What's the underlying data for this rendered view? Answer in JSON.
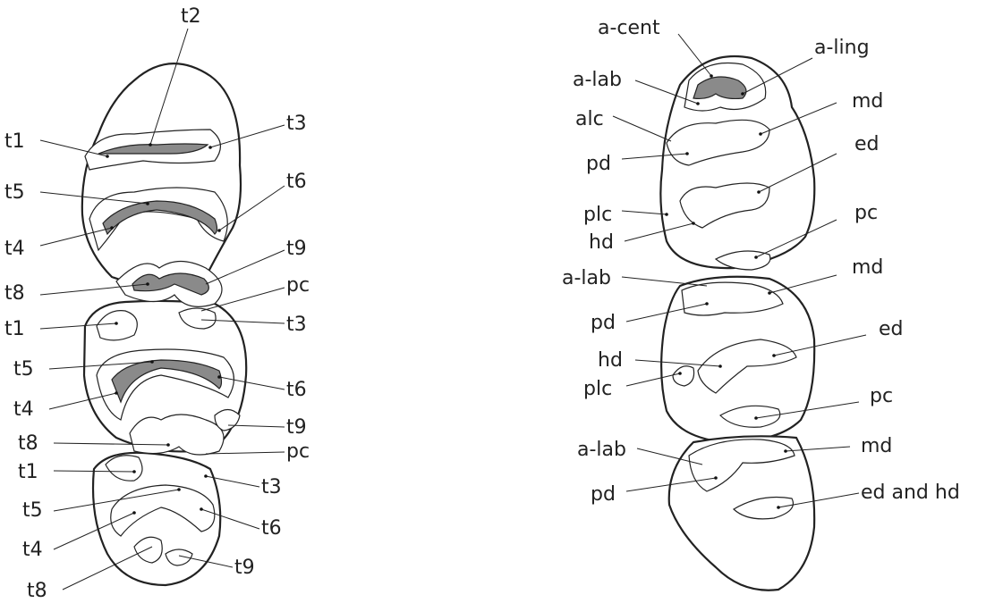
{
  "left_tooth_labels": [
    "t2",
    "t3",
    "t1",
    "t6",
    "t5",
    "t4",
    "t9",
    "t8",
    "pc",
    "t1",
    "t3",
    "t5",
    "t6",
    "t4",
    "t9",
    "t8",
    "pc",
    "t1",
    "t3",
    "t5",
    "t6",
    "t4",
    "t9",
    "t8"
  ],
  "right_tooth_labels": [
    "a-cent",
    "a-ling",
    "a-lab",
    "md",
    "alc",
    "pd",
    "ed",
    "plc",
    "pc",
    "hd",
    "md",
    "a-lab",
    "ed",
    "pd",
    "hd",
    "plc",
    "pc",
    "md",
    "a-lab",
    "pd",
    "ed and hd"
  ]
}
